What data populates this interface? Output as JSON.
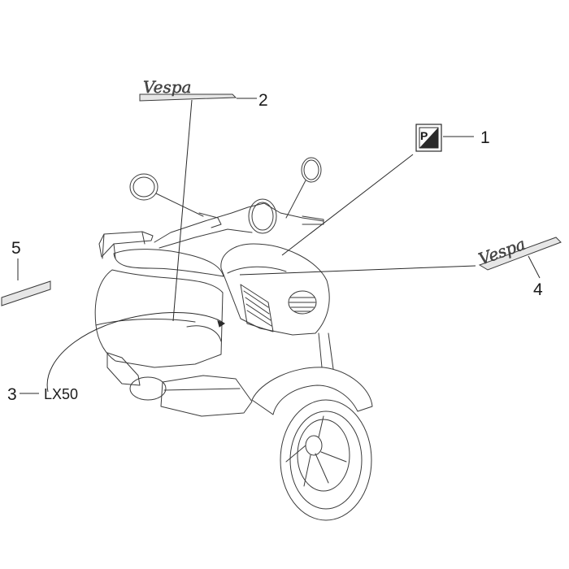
{
  "callouts": {
    "c1": "1",
    "c2": "2",
    "c3": "3",
    "c4": "4",
    "c5": "5"
  },
  "variant_label": "LX50",
  "emblem_text": "Vespa",
  "badge_glyph": "P",
  "colors": {
    "line": "#3a3a3a",
    "background": "#ffffff"
  }
}
